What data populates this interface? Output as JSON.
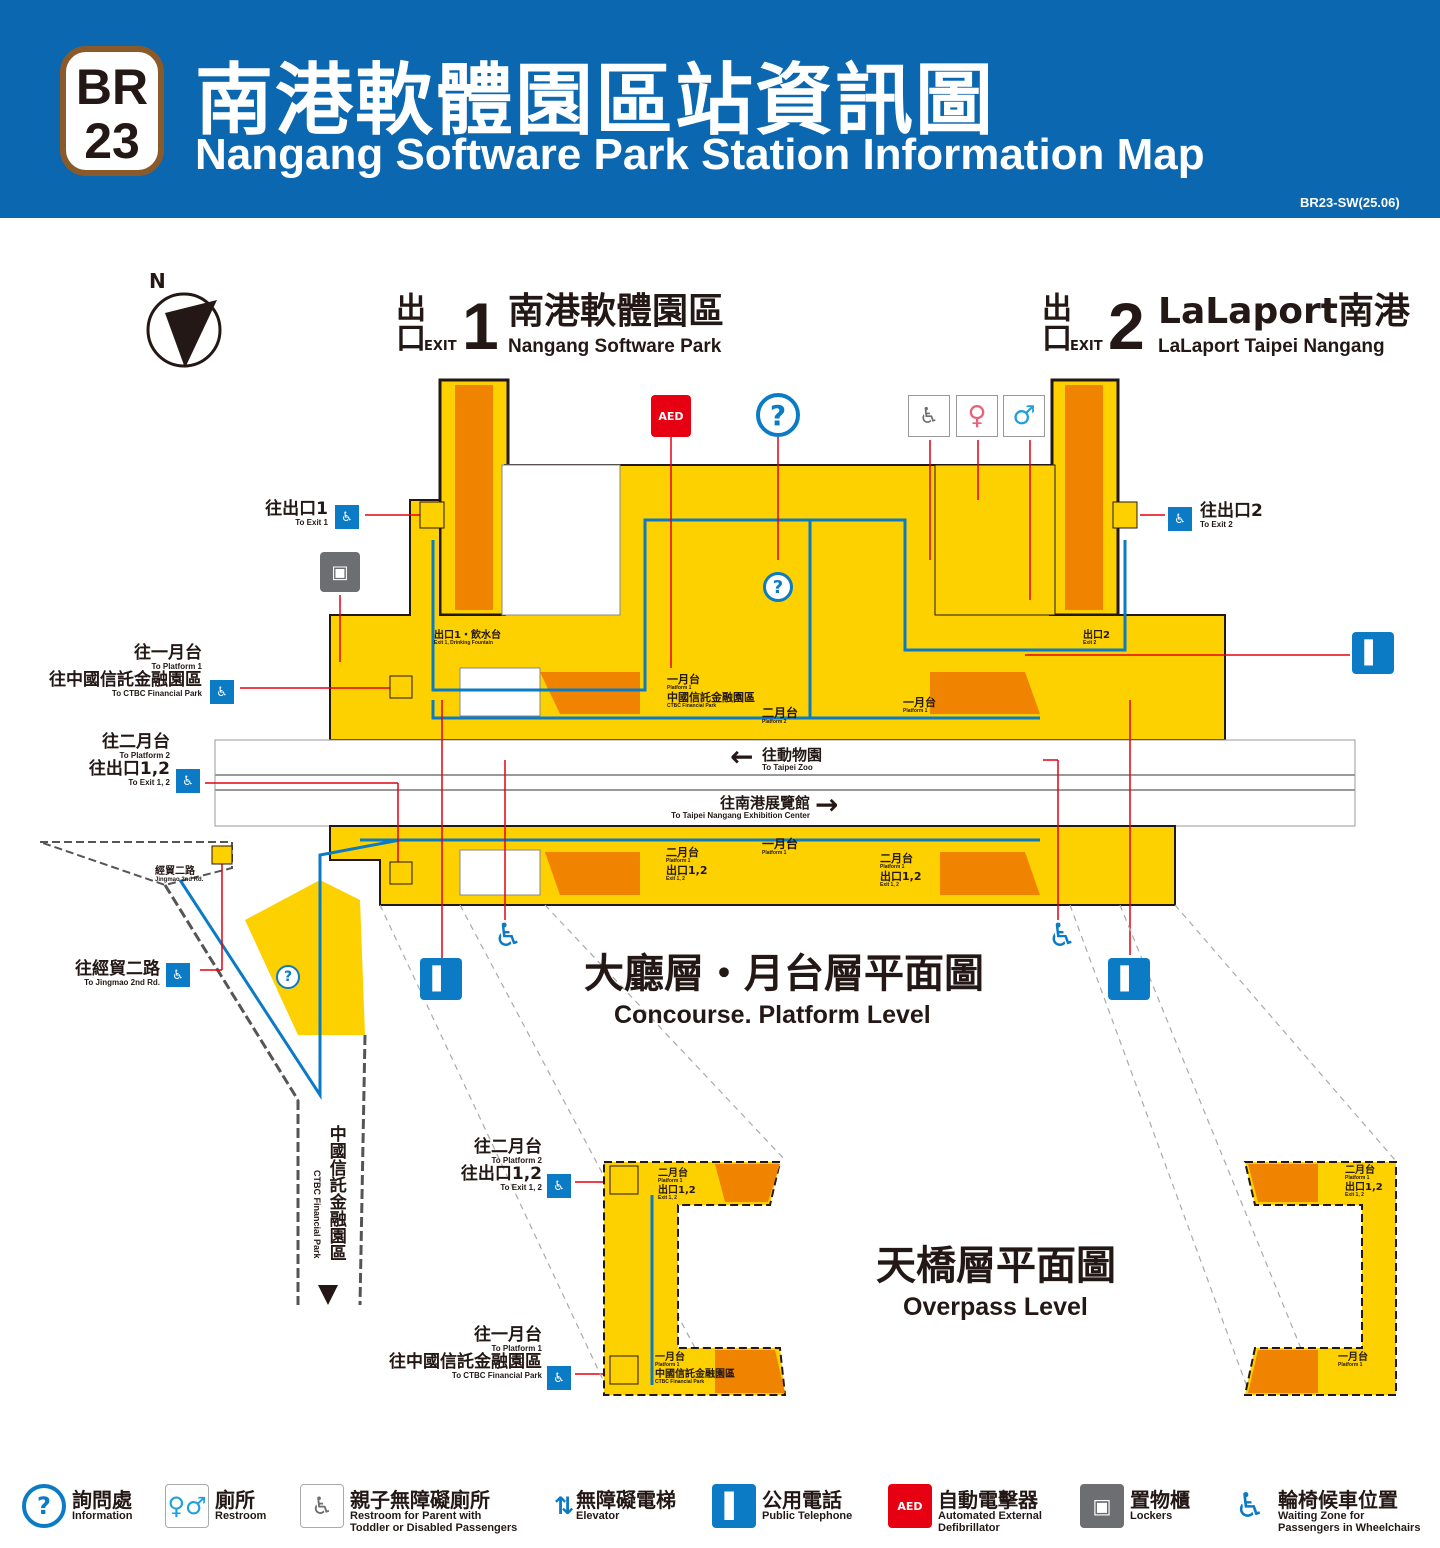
{
  "header": {
    "badge_line": "BR",
    "badge_num": "23",
    "title_zh": "南港軟體園區站資訊圖",
    "title_en": "Nangang Software Park Station Information Map",
    "code": "BR23-SW(25.06)"
  },
  "compass": {
    "label": "N"
  },
  "exit1": {
    "word": "出口",
    "num": "1",
    "tag": "EXIT",
    "name_zh": "南港軟體園區",
    "name_en": "Nangang Software Park"
  },
  "exit2": {
    "word": "出口",
    "num": "2",
    "tag": "EXIT",
    "name_zh": "LaLaport南港",
    "name_en": "LaLaport Taipei Nangang"
  },
  "labels": {
    "to_exit1_zh": "往出口1",
    "to_exit1_en": "To Exit 1",
    "to_exit2_zh": "往出口2",
    "to_exit2_en": "To Exit 2",
    "to_p1_zh": "往一月台",
    "to_p1_en": "To Platform 1",
    "to_ctbc_zh": "往中國信託金融園區",
    "to_ctbc_en": "To CTBC Financial Park",
    "to_p2_zh": "往二月台",
    "to_p2_en": "To Platform 2",
    "to_exit12_zh": "往出口1,2",
    "to_exit12_en": "To Exit 1, 2",
    "to_jingmao_zh": "往經貿二路",
    "to_jingmao_en": "To Jingmao 2nd Rd.",
    "jingmao_zh": "經貿二路",
    "jingmao_en": "Jingmao 2nd Rd.",
    "exit1_fountain_zh": "出口1・飲水台",
    "exit1_fountain_en": "Exit 1, Drinking Fountain",
    "exit2_zh": "出口2",
    "exit2_en": "Exit 2",
    "p1_zh": "一月台",
    "p1_en": "Platform 1",
    "p2_zh": "二月台",
    "p2_en": "Platform 2",
    "ctbc_zh": "中國信託金融園區",
    "ctbc_en": "CTBC Financial Park",
    "exit12_zh": "出口1,2",
    "exit12_en": "Exit 1, 2",
    "zoo_zh": "往動物園",
    "zoo_en": "To Taipei Zoo",
    "nangang_zh": "往南港展覽館",
    "nangang_en": "To Taipei Nangang Exhibition Center",
    "ctbc_vertical_zh": "中國信託金融園區",
    "ctbc_vertical_en": "CTBC Financial Park",
    "ctbc_short_zh": "中國信託金融園區",
    "ctbc_short_en": "CTBC Financial Park"
  },
  "levels": {
    "concourse_zh": "大廳層・月台層平面圖",
    "concourse_en": "Concourse. Platform Level",
    "overpass_zh": "天橋層平面圖",
    "overpass_en": "Overpass Level"
  },
  "legend": [
    {
      "icon": "information-icon",
      "zh": "詢問處",
      "en": "Information"
    },
    {
      "icon": "restroom-icon",
      "zh": "廁所",
      "en": "Restroom"
    },
    {
      "icon": "family-restroom-icon",
      "zh": "親子無障礙廁所",
      "en": "Restroom for Parent with",
      "en2": "Toddler or Disabled Passengers"
    },
    {
      "icon": "elevator-icon",
      "zh": "無障礙電梯",
      "en": "Elevator"
    },
    {
      "icon": "telephone-icon",
      "zh": "公用電話",
      "en": "Public Telephone"
    },
    {
      "icon": "aed-icon",
      "zh": "自動電擊器",
      "en": "Automated External",
      "en2": "Defibrillator"
    },
    {
      "icon": "locker-icon",
      "zh": "置物櫃",
      "en": "Lockers"
    },
    {
      "icon": "wheelchair-icon",
      "zh": "輪椅候車位置",
      "en": "Waiting Zone for",
      "en2": "Passengers in Wheelchairs"
    }
  ],
  "icon_text": {
    "aed": "AED",
    "info": "?"
  },
  "colors": {
    "header": "#0a67b0",
    "concourse": "#fdd000",
    "escalator": "#f08300",
    "route": "#0a7bc4",
    "pointer": "#e60012",
    "badge_border": "#8b5a2b"
  }
}
